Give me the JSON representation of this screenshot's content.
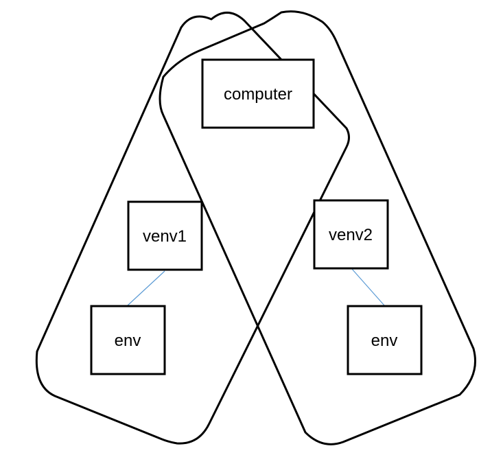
{
  "diagram": {
    "nodes": {
      "computer": {
        "label": "computer"
      },
      "venv1": {
        "label": "venv1"
      },
      "venv2": {
        "label": "venv2"
      },
      "env_left": {
        "label": "env"
      },
      "env_right": {
        "label": "env"
      }
    },
    "colors": {
      "stroke": "#000000",
      "connector": "#5b9bd5",
      "background": "#ffffff"
    }
  }
}
